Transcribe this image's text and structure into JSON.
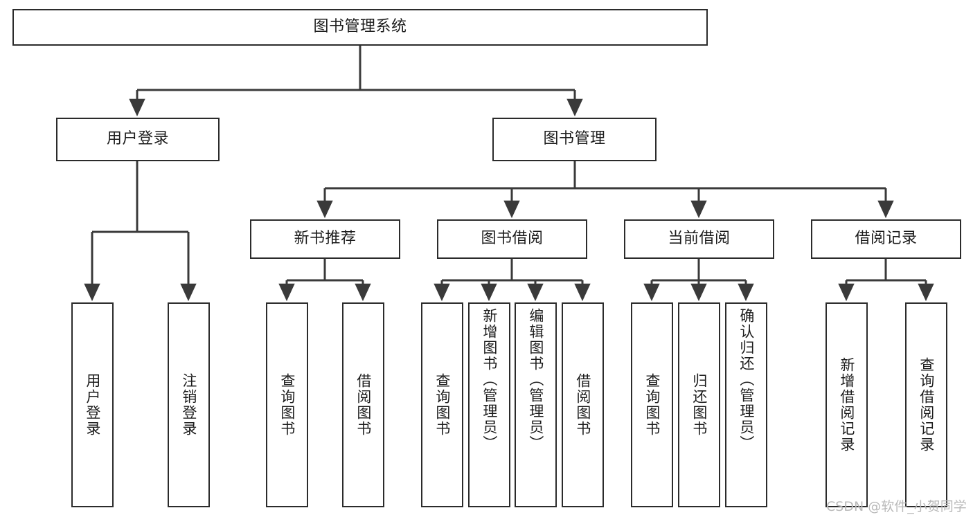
{
  "diagram": {
    "title": "图书管理系统",
    "type": "tree",
    "watermark": "CSDN @软件_小贺同学",
    "style": {
      "box_border": "#2b2b2b",
      "box_fill": "#ffffff",
      "line": "#3a3a3a",
      "text": "#1c1c1c",
      "background": "#ffffff",
      "watermark_color": "#b9b9b9"
    },
    "nodes": {
      "root": {
        "label": "图书管理系统",
        "level": 1
      },
      "login": {
        "label": "用户登录",
        "level": 2
      },
      "bookmgmt": {
        "label": "图书管理",
        "level": 2
      },
      "newbook": {
        "label": "新书推荐",
        "level": 3
      },
      "borrow": {
        "label": "图书借阅",
        "level": 3
      },
      "current": {
        "label": "当前借阅",
        "level": 3
      },
      "record": {
        "label": "借阅记录",
        "level": 3
      },
      "leaf_login_in": {
        "label": "用户登录",
        "level": 4
      },
      "leaf_login_out": {
        "label": "注销登录",
        "level": 4
      },
      "leaf_new_query": {
        "label": "查询图书",
        "level": 4
      },
      "leaf_new_borrow": {
        "label": "借阅图书",
        "level": 4
      },
      "leaf_b_query": {
        "label": "查询图书",
        "level": 4
      },
      "leaf_b_add": {
        "label": "新增图书（管理员）",
        "level": 4
      },
      "leaf_b_edit": {
        "label": "编辑图书（管理员）",
        "level": 4
      },
      "leaf_b_borrow": {
        "label": "借阅图书",
        "level": 4
      },
      "leaf_c_query": {
        "label": "查询图书",
        "level": 4
      },
      "leaf_c_return": {
        "label": "归还图书",
        "level": 4
      },
      "leaf_c_confirm": {
        "label": "确认归还（管理员）",
        "level": 4
      },
      "leaf_r_add": {
        "label": "新增借阅记录",
        "level": 4
      },
      "leaf_r_query": {
        "label": "查询借阅记录",
        "level": 4
      }
    },
    "edges": [
      {
        "from": "root",
        "to": "login"
      },
      {
        "from": "root",
        "to": "bookmgmt"
      },
      {
        "from": "login",
        "to": "leaf_login_in"
      },
      {
        "from": "login",
        "to": "leaf_login_out"
      },
      {
        "from": "bookmgmt",
        "to": "newbook"
      },
      {
        "from": "bookmgmt",
        "to": "borrow"
      },
      {
        "from": "bookmgmt",
        "to": "current"
      },
      {
        "from": "bookmgmt",
        "to": "record"
      },
      {
        "from": "newbook",
        "to": "leaf_new_query"
      },
      {
        "from": "newbook",
        "to": "leaf_new_borrow"
      },
      {
        "from": "borrow",
        "to": "leaf_b_query"
      },
      {
        "from": "borrow",
        "to": "leaf_b_add"
      },
      {
        "from": "borrow",
        "to": "leaf_b_edit"
      },
      {
        "from": "borrow",
        "to": "leaf_b_borrow"
      },
      {
        "from": "current",
        "to": "leaf_c_query"
      },
      {
        "from": "current",
        "to": "leaf_c_return"
      },
      {
        "from": "current",
        "to": "leaf_c_confirm"
      },
      {
        "from": "record",
        "to": "leaf_r_add"
      },
      {
        "from": "record",
        "to": "leaf_r_query"
      }
    ]
  }
}
